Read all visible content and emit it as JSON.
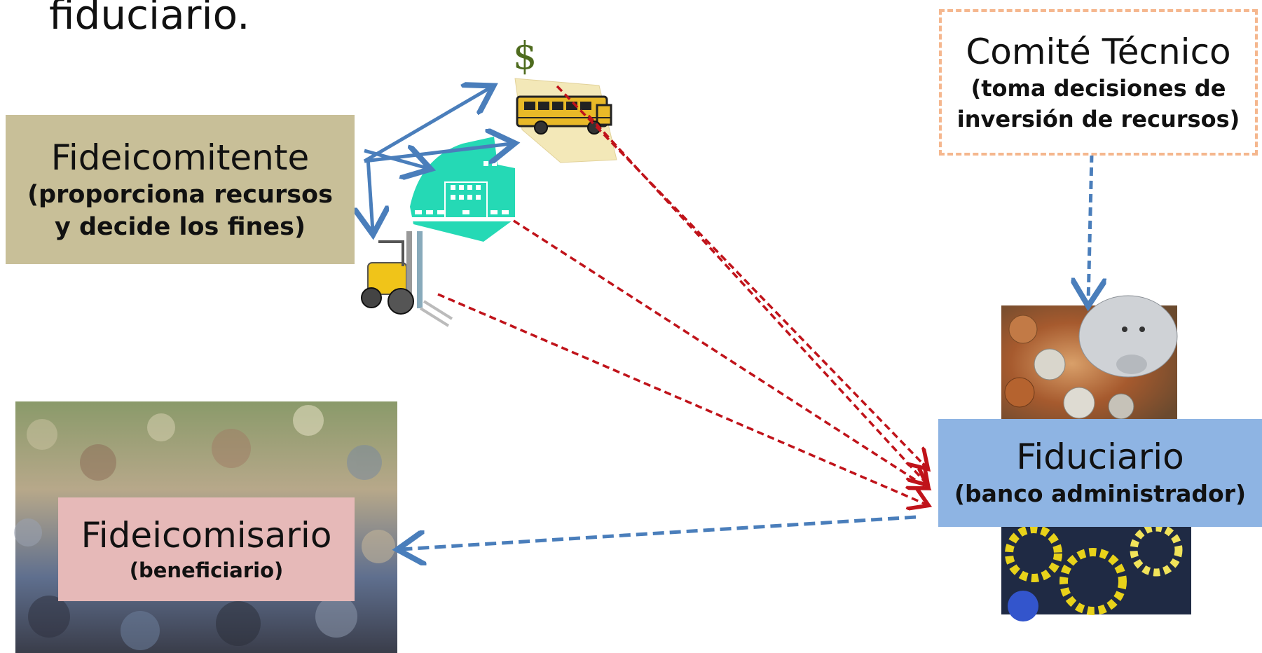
{
  "title_fragment": "fiduciario.",
  "fideicomitente": {
    "name": "Fideicomitente",
    "role": "(proporciona recursos y decide los fines)",
    "role_line1": "(proporciona recursos",
    "role_line2": "y decide los fines)"
  },
  "comite": {
    "name": "Comité Técnico",
    "role_line1": "(toma decisiones de",
    "role_line2": "inversión de recursos)"
  },
  "fiduciario": {
    "name": "Fiduciario",
    "role": "(banco administrador)"
  },
  "fideicomisario": {
    "name": "Fideicomisario",
    "role": "(beneficiario)"
  },
  "dollar_symbol": "$",
  "icons": [
    "school-bus-icon",
    "hospital-building-icon",
    "forklift-icon",
    "coins-piggy-bank-image",
    "gears-image",
    "crowd-image"
  ],
  "colors": {
    "blue_arrow": "#4a7ebb",
    "red_arrow": "#c0131a",
    "fideicomitente_box": "#c8bf98",
    "comite_border": "#f5b78e",
    "fiduciario_box": "#8eb4e3",
    "fideicomisario_box": "#e6b9b8"
  }
}
